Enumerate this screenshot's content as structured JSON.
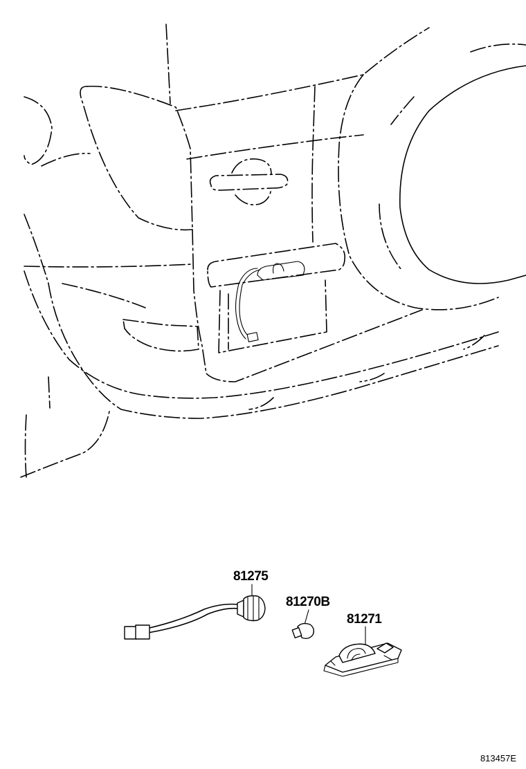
{
  "parts": [
    {
      "id": "wire",
      "label": "81275"
    },
    {
      "id": "bulb",
      "label": "81270B"
    },
    {
      "id": "lamp",
      "label": "81271"
    }
  ],
  "drawing_number": "813457E"
}
